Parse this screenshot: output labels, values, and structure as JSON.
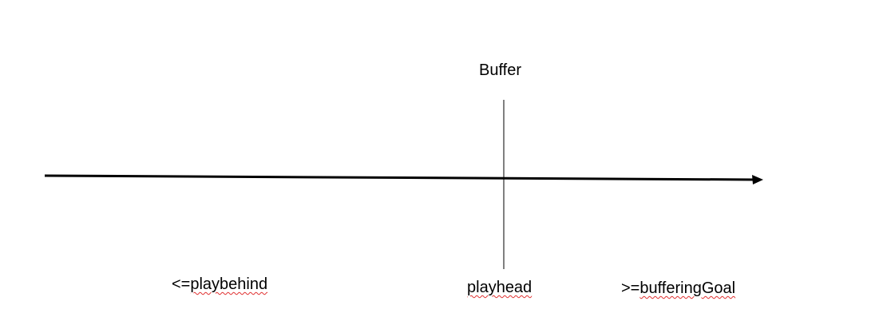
{
  "diagram": {
    "title": "Buffer",
    "left_label": {
      "prefix": "<=",
      "term": "playbehind"
    },
    "center_label": {
      "term": "playhead"
    },
    "right_label": {
      "prefix": ">=",
      "term": "bufferingGoal"
    },
    "colors": {
      "line": "#000000",
      "spellcheck_underline": "#e03030"
    }
  }
}
